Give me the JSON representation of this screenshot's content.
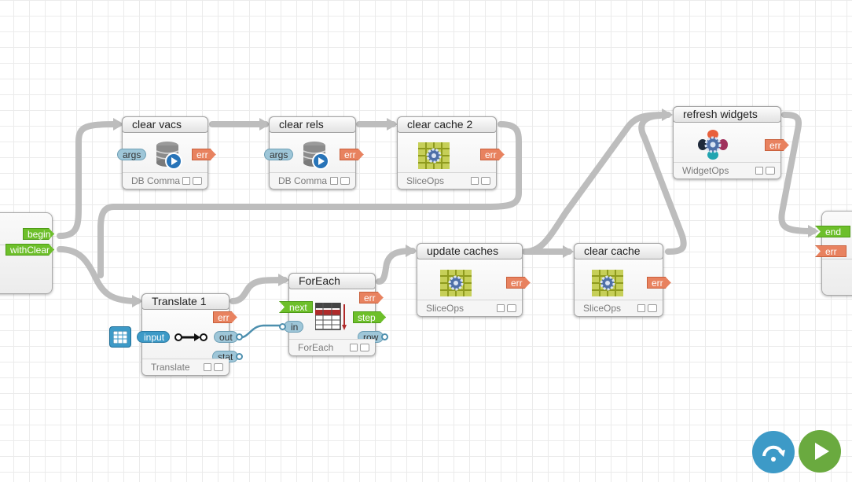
{
  "canvas": {
    "nodes": {
      "clear_vacs": {
        "title": "clear vacs",
        "type": "DB Comma",
        "ports": {
          "args": "args",
          "err": "err"
        }
      },
      "clear_rels": {
        "title": "clear rels",
        "type": "DB Comma",
        "ports": {
          "args": "args",
          "err": "err"
        }
      },
      "clear_cache_2": {
        "title": "clear cache 2",
        "type": "SliceOps",
        "ports": {
          "err": "err"
        }
      },
      "refresh_widgets": {
        "title": "refresh widgets",
        "type": "WidgetOps",
        "ports": {
          "err": "err"
        }
      },
      "translate_1": {
        "title": "Translate 1",
        "type": "Translate",
        "ports": {
          "err": "err",
          "input": "input",
          "out": "out",
          "stat": "stat"
        }
      },
      "foreach": {
        "title": "ForEach",
        "type": "ForEach",
        "ports": {
          "next": "next",
          "in": "in",
          "err": "err",
          "step": "step",
          "row": "row"
        }
      },
      "update_caches": {
        "title": "update caches",
        "type": "SliceOps",
        "ports": {
          "err": "err"
        }
      },
      "clear_cache": {
        "title": "clear cache",
        "type": "SliceOps",
        "ports": {
          "err": "err"
        }
      }
    },
    "start": {
      "ports": {
        "begin": "begin",
        "with_clear": "withClear"
      }
    },
    "end": {
      "ports": {
        "end": "end",
        "err": "err"
      }
    }
  },
  "controls": {
    "step_icon": "step-over-icon",
    "run_icon": "play-icon"
  },
  "colors": {
    "err": "#e8825f",
    "flow": "#6dbf2a",
    "data": "#9ec6d8",
    "wire": "#bdbdbd",
    "button_step": "#3d9ac7",
    "button_run": "#6aaa3f"
  }
}
